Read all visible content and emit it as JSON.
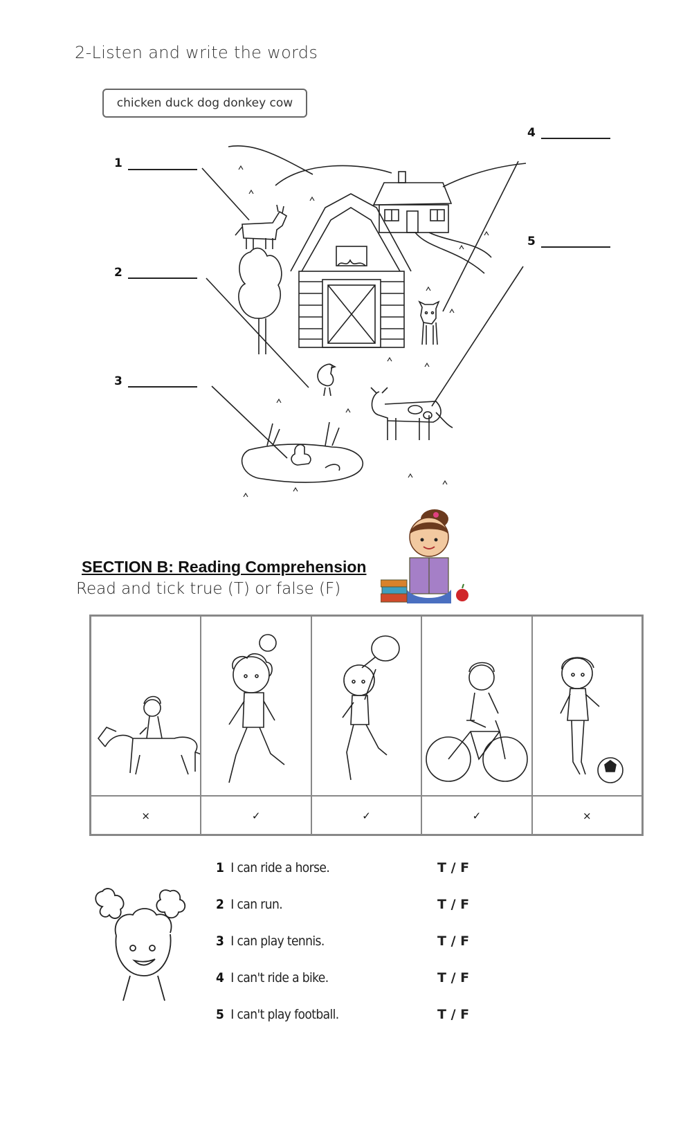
{
  "part2": {
    "heading": "2-Listen and write the words",
    "word_bank": "chicken duck dog donkey cow",
    "numbers": [
      "1",
      "2",
      "3",
      "4",
      "5"
    ]
  },
  "section_b": {
    "title": "SECTION B: Reading Comprehension",
    "instruction": "Read and tick true (T) or false (F)",
    "marks": [
      "×",
      "✓",
      "✓",
      "✓",
      "×"
    ],
    "statements": [
      {
        "num": "1",
        "text": "I can ride a horse.",
        "tf": "T / F"
      },
      {
        "num": "2",
        "text": "I can run.",
        "tf": "T / F"
      },
      {
        "num": "3",
        "text": "I can play tennis.",
        "tf": "T / F"
      },
      {
        "num": "4",
        "text": "I can't ride a bike.",
        "tf": "T / F"
      },
      {
        "num": "5",
        "text": "I can't play football.",
        "tf": "T / F"
      }
    ]
  }
}
